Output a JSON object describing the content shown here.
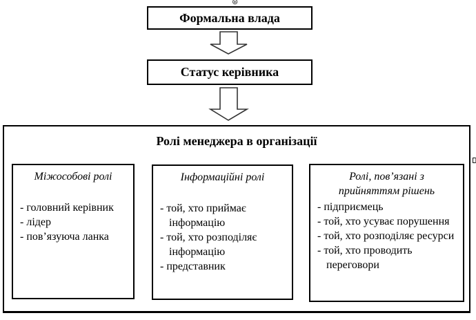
{
  "page": {
    "background": "#ffffff",
    "text_color": "#000000",
    "border_color": "#000000"
  },
  "flow": {
    "top_box_label": "Формальна влада",
    "status_box_label": "Статус керівника"
  },
  "roles_panel": {
    "title": "Ролі менеджера в організації",
    "columns": [
      {
        "title": "Міжособові ролі",
        "items": [
          "- головний керівник",
          "- лідер",
          "- пов’язуюча ланка"
        ]
      },
      {
        "title": "Інформаційні ролі",
        "items": [
          "- той, хто приймає інформацію",
          "- той, хто розподіляє інформацію",
          "- представник"
        ]
      },
      {
        "title": "Ролі, пов’язані з прийняттям рішень",
        "items": [
          "- підприємець",
          "- той, хто усуває порушення",
          "- той, хто розподіляє ресурси",
          "- той, хто проводить переговори"
        ]
      }
    ]
  },
  "artifacts": {
    "anchor_marker": "⊛"
  }
}
